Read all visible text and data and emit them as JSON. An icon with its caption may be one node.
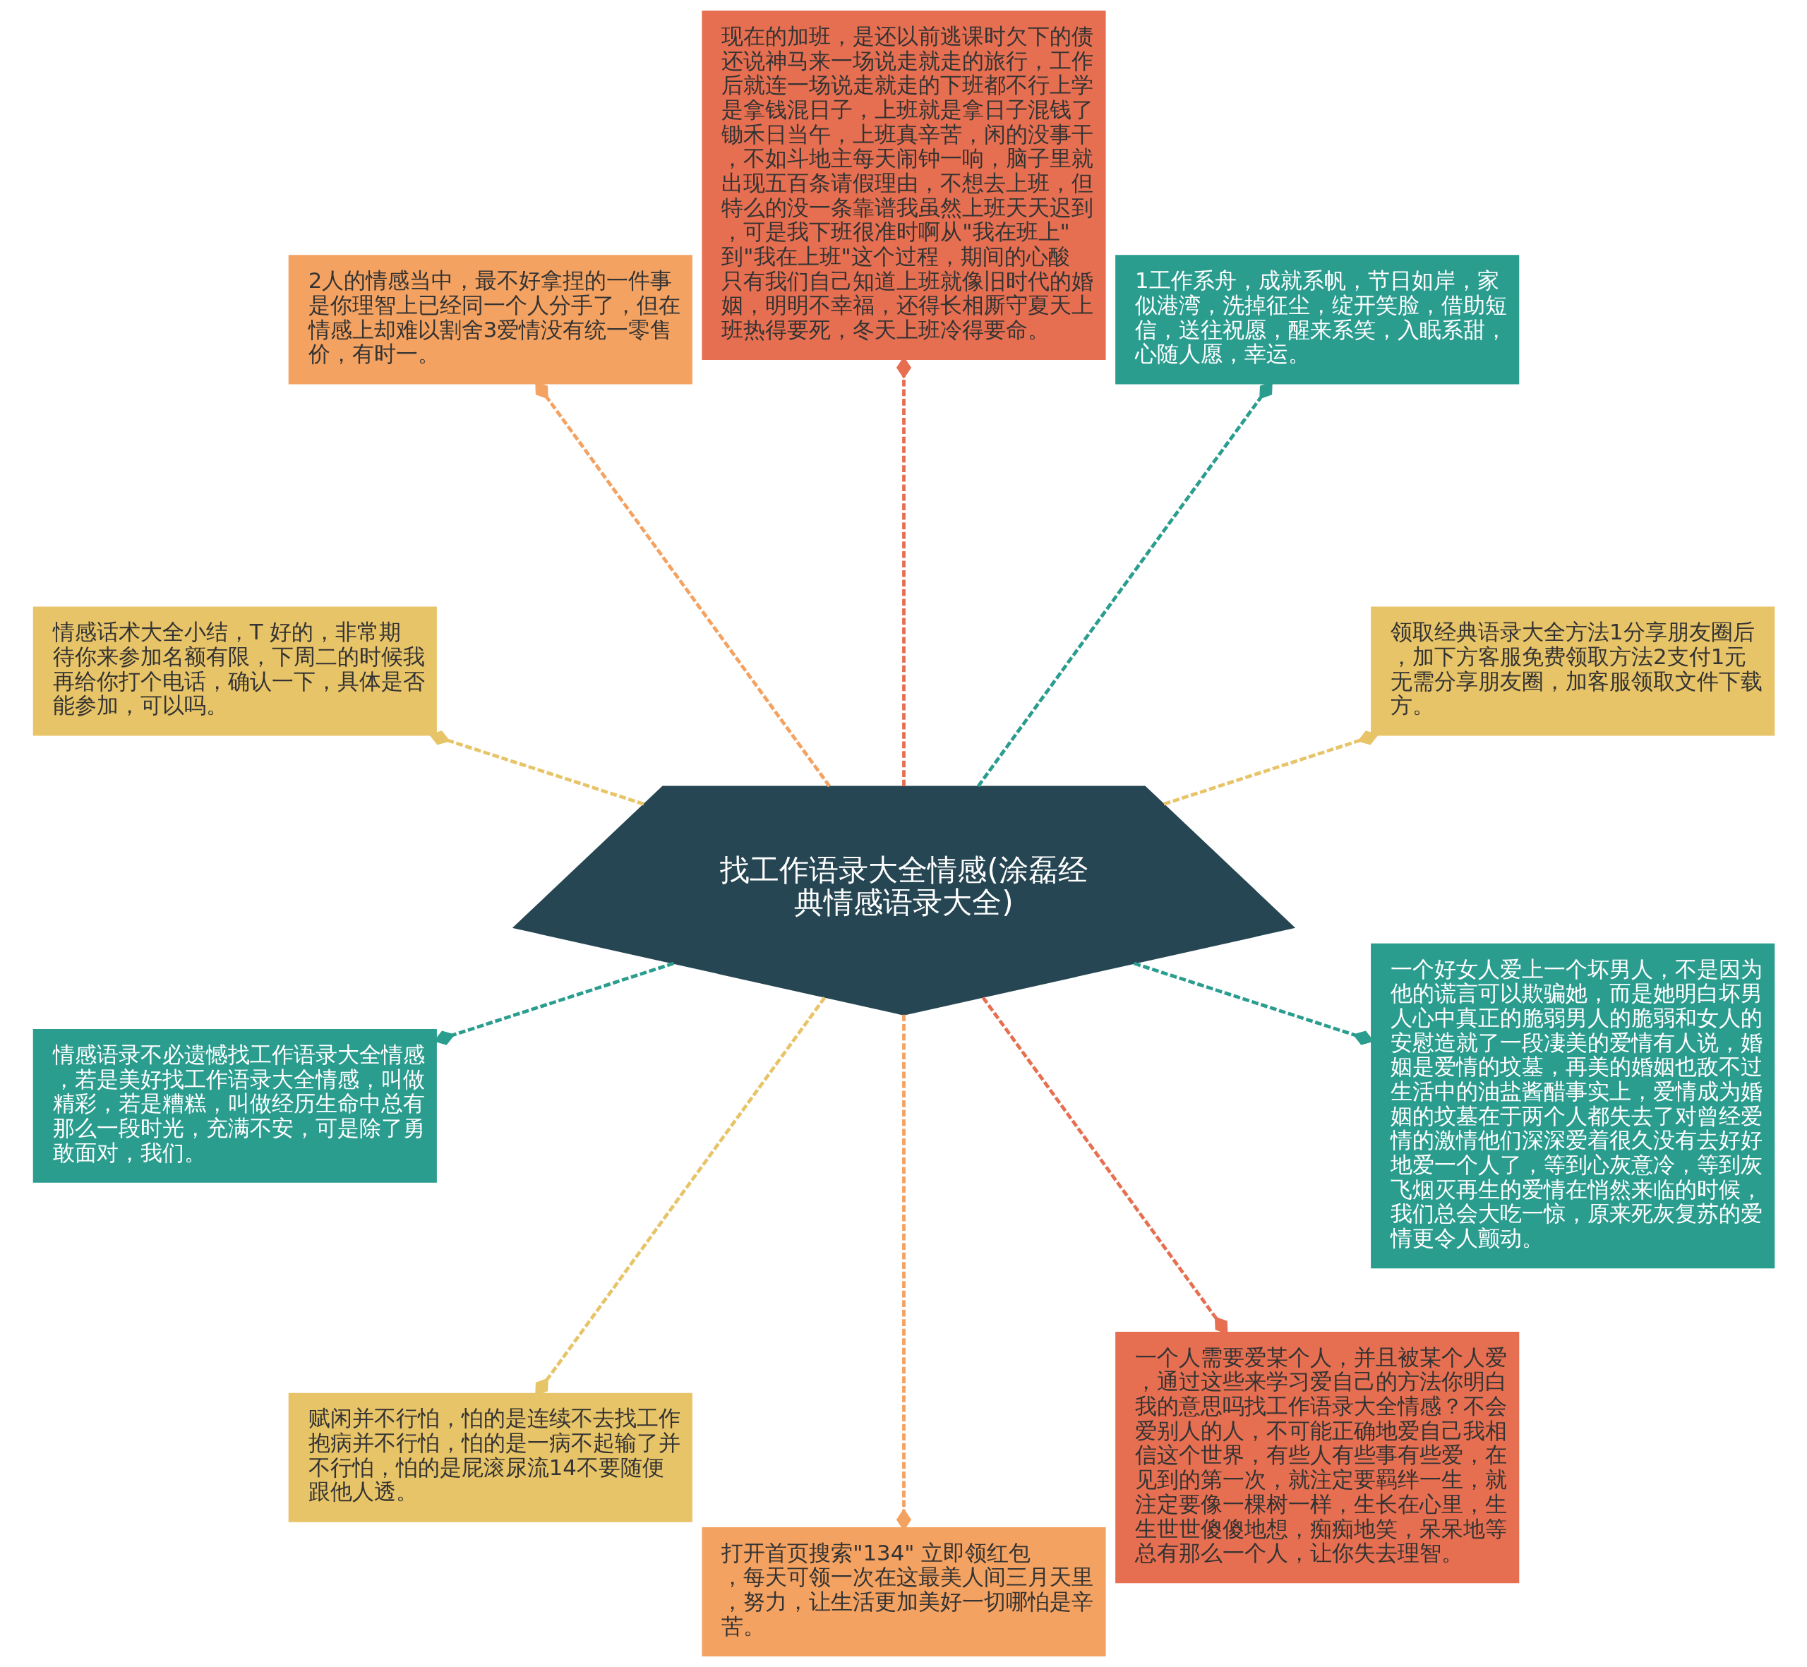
{
  "diagram": {
    "nodes": [
      {
        "text": [
          "找工作语录大全情感(涂磊经典情感语录大全)"
        ]
      },
      {
        "text": [
          "领取经典语录大全方法1分享朋友圈后，加下方客服免费领取方法2支付1元无需分享朋友圈，加客服领取文件下载方。"
        ]
      },
      {
        "text": [
          "1工作系舟，成就系帆，节日如岸，家似港湾，洗掉征尘，绽开笑脸，借助短信，送往祝愿，醒来系笑，入眠系甜，心随人愿，幸运。"
        ]
      },
      {
        "text": [
          "现在的加班，是还以前逃课时欠下的债还说神马来一场说走就走的旅行，工作后就连一场说走就走的下班都不行上学是拿钱混日子，上班就是拿日子混钱了锄禾日当午，上班真辛苦，闲的没事干，不如斗地主每天闹钟一响，脑子里就出现五百条请假理由，不想去上班，但特么的没一条靠谱我虽然上班天天迟到，可是我下班很准时啊从\"我在班上\"到\"我在上班\"这个过程，期间的心酸只有我们自己知道上班就像旧时代的婚姻，明明不幸福，还得长相厮守夏天上班热得要死，冬天上班冷得要命。"
        ]
      },
      {
        "text": [
          "2人的情感当中，最不好拿捏的一件事是你理智上已经同一个人分手了，但在情感上却难以割舍3爱情没有统一零售价，有时一。"
        ]
      },
      {
        "text": [
          "情感话术大全小结，T 好的，非常期待你来参加名额有限，下周二的时候我再给你打个电话，确认一下，具体是否能参加，可以吗。"
        ]
      },
      {
        "text": [
          "情感语录不必遗憾找工作语录大全情感，若是美好找工作语录大全情感，叫做精彩，若是糟糕，叫做经历生命中总有那么一段时光，充满不安，可是除了勇敢面对，我们。"
        ]
      },
      {
        "text": [
          "赋闲并不行怕，怕的是连续不去找工作抱病并不行怕，怕的是一病不起输了并不行怕，怕的是屁滚尿流14不要随便跟他人透。"
        ]
      },
      {
        "text": [
          "打开首页搜索\"134\" 立即领红包，每天可领一次在这最美人间三月天里，努力，让生活更加美好一切哪怕是辛苦。"
        ]
      },
      {
        "text": [
          "一个人需要爱某个人，并且被某个人爱，通过这些来学习爱自己的方法你明白我的意思吗找工作语录大全情感？不会爱别人的人，不可能正确地爱自己我相信这个世界，有些人有些事有些爱，在见到的第一次，就注定要羁绊一生，就注定要像一棵树一样，生长在心里，生生世世傻傻地想，痴痴地笑，呆呆地等总有那么一个人，让你失去理智。"
        ]
      },
      {
        "text": [
          "一个好女人爱上一个坏男人，不是因为他的谎言可以欺骗她，而是她明白坏男人心中真正的脆弱男人的脆弱和女人的安慰造就了一段凄美的爱情有人说，婚姻是爱情的坟墓，再美的婚姻也敌不过生活中的油盐酱醋事实上，爱情成为婚姻的坟墓在于两个人都失去了对曾经爱情的激情他们深深爱着很久没有去好好地爱一个人了，等到心灰意冷，等到灰飞烟灭再生的爱情在悄然来临的时候，我们总会大吃一惊，原来死灰复苏的爱情更令人颤动。"
        ]
      }
    ],
    "edges": [
      {
        "from": 0,
        "to": 1,
        "arrow": "other",
        "style": "dashed",
        "color": "#e8c468"
      },
      {
        "from": 0,
        "to": 2,
        "arrow": "other",
        "style": "dashed",
        "color": "#2a9d8f"
      },
      {
        "from": 0,
        "to": 3,
        "arrow": "other",
        "style": "dashed",
        "color": "#e76f51"
      },
      {
        "from": 0,
        "to": 4,
        "arrow": "other",
        "style": "dashed",
        "color": "#f4a261"
      },
      {
        "from": 0,
        "to": 5,
        "arrow": "other",
        "style": "dashed",
        "color": "#e8c468"
      },
      {
        "from": 0,
        "to": 6,
        "arrow": "other",
        "style": "dashed",
        "color": "#2a9d8f"
      },
      {
        "from": 0,
        "to": 7,
        "arrow": "other",
        "style": "dashed",
        "color": "#e8c468"
      },
      {
        "from": 0,
        "to": 8,
        "arrow": "other",
        "style": "dashed",
        "color": "#f4a261"
      },
      {
        "from": 0,
        "to": 9,
        "arrow": "other",
        "style": "dashed",
        "color": "#e76f51"
      },
      {
        "from": 0,
        "to": 10,
        "arrow": "other",
        "style": "dashed",
        "color": "#2a9d8f"
      }
    ]
  }
}
